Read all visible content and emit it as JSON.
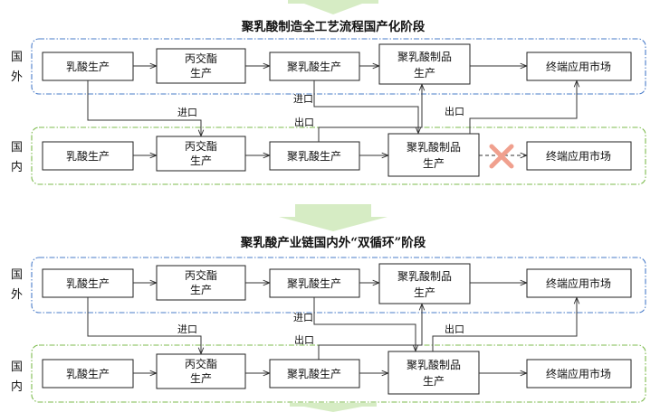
{
  "top": {
    "title": "聚乳酸制造全工艺流程国产化阶段",
    "row_labels": {
      "foreign": "国外",
      "domestic": "国内"
    },
    "foreign_boxes": [
      "乳酸生产",
      "丙交酯生产",
      "聚乳酸生产",
      "聚乳酸制品生产",
      "终端应用市场"
    ],
    "domestic_boxes": [
      "乳酸生产",
      "丙交酯生产",
      "聚乳酸生产",
      "聚乳酸制品生产",
      "终端应用市场"
    ],
    "flow_labels": {
      "import_1": "进口",
      "import_2": "进口",
      "export_1": "出口",
      "export_2": "出口"
    }
  },
  "bottom": {
    "title": "聚乳酸产业链国内外“双循环”阶段",
    "row_labels": {
      "foreign": "国外",
      "domestic": "国内"
    },
    "foreign_boxes": [
      "乳酸生产",
      "丙交酯生产",
      "聚乳酸生产",
      "聚乳酸制品生产",
      "终端应用市场"
    ],
    "domestic_boxes": [
      "乳酸生产",
      "丙交酯生产",
      "聚乳酸生产",
      "聚乳酸制品生产",
      "终端应用市场"
    ],
    "flow_labels": {
      "import_1": "进口",
      "import_2": "进口",
      "export_1": "出口",
      "export_2": "出口"
    }
  },
  "colors": {
    "foreign_frame": "#4a7cc9",
    "domestic_frame": "#7dbb4e",
    "transition_arrow": "#d6ecc4",
    "blocked_mark": "#f0a08e"
  },
  "icons": {
    "blocked": "cross-mark-icon",
    "transition": "down-arrow-icon"
  }
}
